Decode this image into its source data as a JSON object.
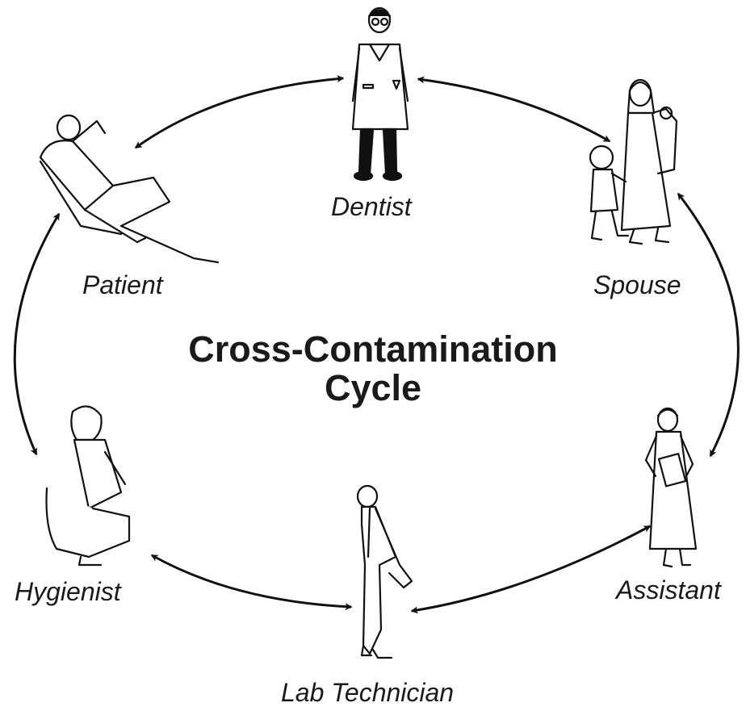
{
  "diagram": {
    "title_line1": "Cross-Contamination",
    "title_line2": "Cycle",
    "roles": {
      "dentist": "Dentist",
      "spouse": "Spouse",
      "assistant": "Assistant",
      "lab_technician": "Lab Technician",
      "hygienist": "Hygienist",
      "patient": "Patient"
    },
    "connections": [
      [
        "Dentist",
        "Spouse"
      ],
      [
        "Spouse",
        "Assistant"
      ],
      [
        "Assistant",
        "Lab Technician"
      ],
      [
        "Lab Technician",
        "Hygienist"
      ],
      [
        "Hygienist",
        "Patient"
      ],
      [
        "Patient",
        "Dentist"
      ]
    ],
    "arrow_style": "double-headed",
    "line_color": "#111111"
  }
}
